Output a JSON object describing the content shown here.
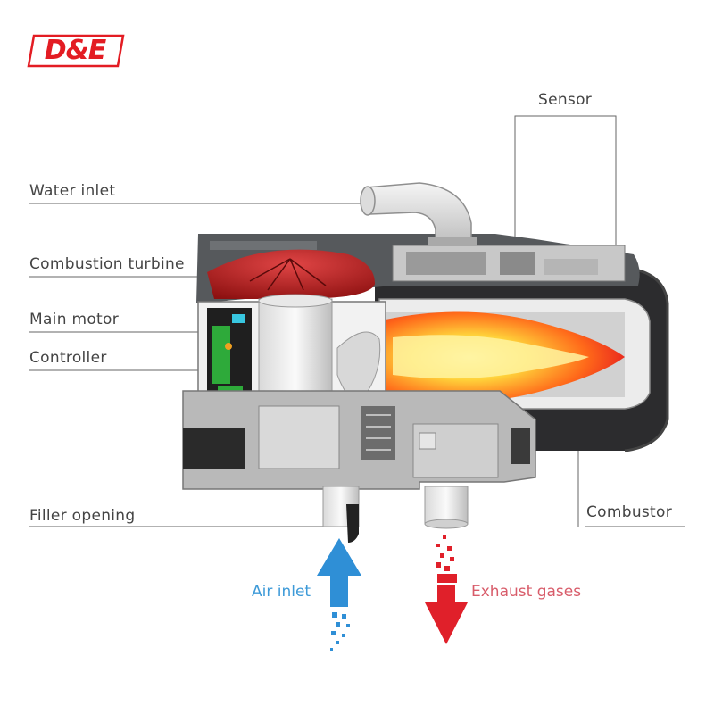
{
  "brand": {
    "logo_text": "D&E",
    "color": "#e31c23"
  },
  "labels": {
    "sensor": "Sensor",
    "water_inlet": "Water inlet",
    "combustion_turbine": "Combustion turbine",
    "main_motor": "Main motor",
    "controller": "Controller",
    "filler_opening": "Filler opening",
    "combustor": "Combustor",
    "air_inlet": "Air inlet",
    "exhaust_gases": "Exhaust gases"
  },
  "colors": {
    "air_flow": "#2f8fd6",
    "exhaust_flow": "#e0202a",
    "label_text": "#444444",
    "leader_line": "#666666"
  }
}
